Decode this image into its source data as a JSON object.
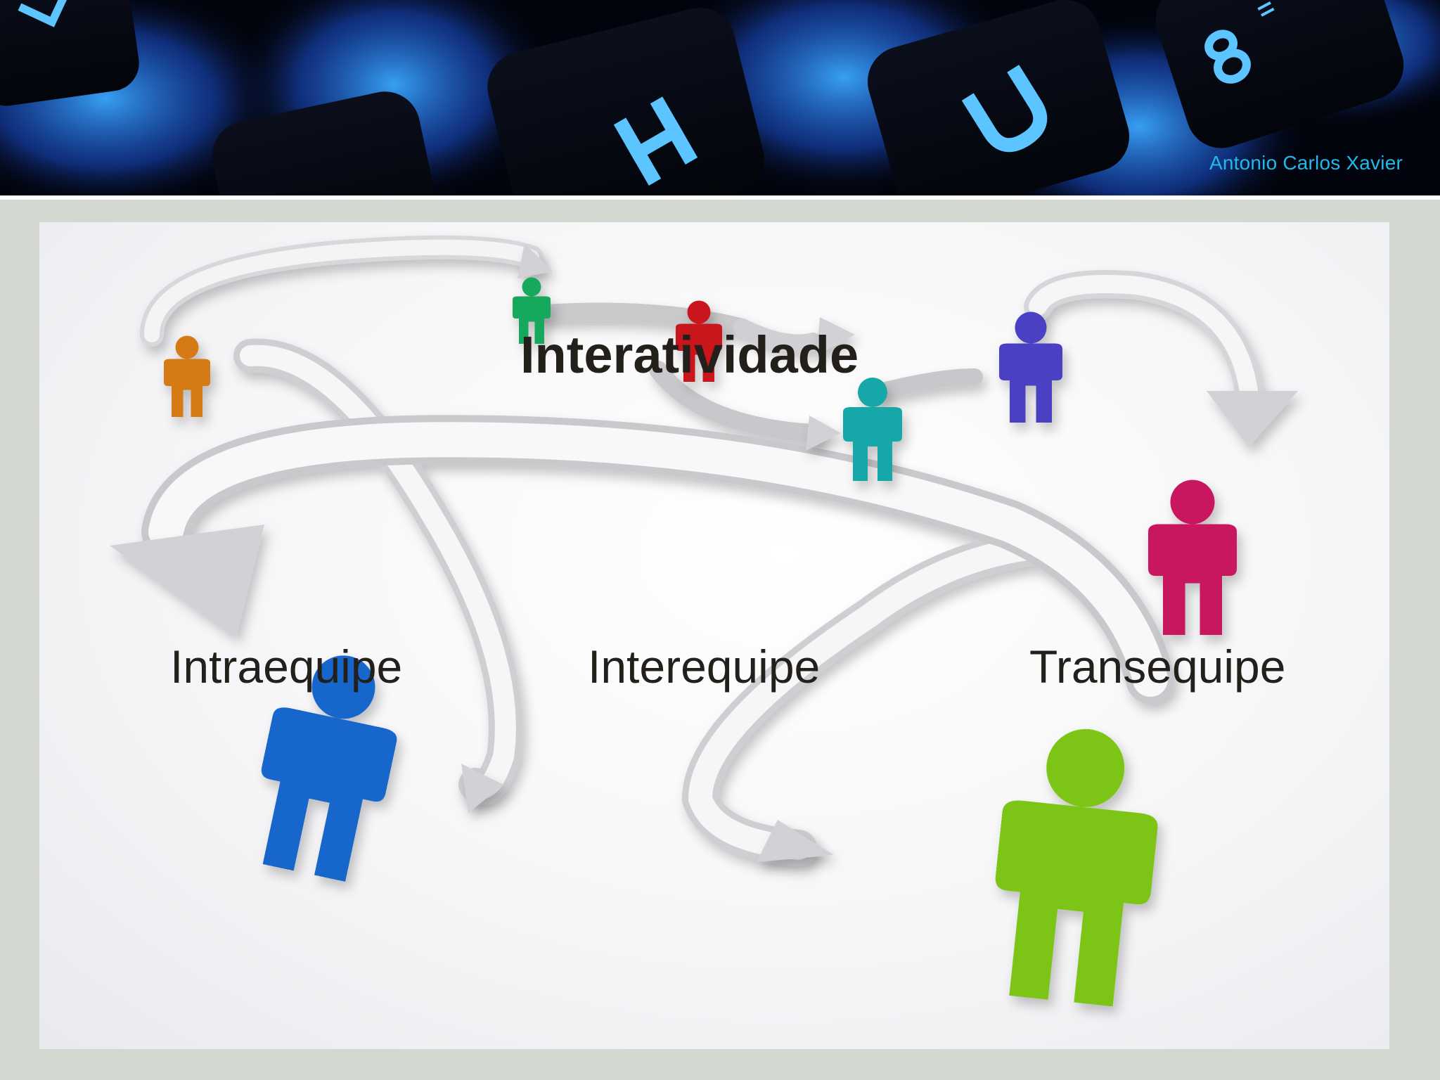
{
  "header": {
    "author": "Antonio Carlos Xavier",
    "key_letters": [
      "H",
      "U",
      "8"
    ]
  },
  "slide": {
    "title": "Interatividade",
    "labels": [
      "Intraequipe",
      "Interequipe",
      "Transequipe"
    ]
  },
  "figures": [
    {
      "name": "orange",
      "color": "#d67a14"
    },
    {
      "name": "green-small",
      "color": "#16a85c"
    },
    {
      "name": "red",
      "color": "#c8141e"
    },
    {
      "name": "teal",
      "color": "#16a8a8"
    },
    {
      "name": "purple",
      "color": "#4a3fc4"
    },
    {
      "name": "magenta",
      "color": "#c8145e"
    },
    {
      "name": "blue",
      "color": "#1466cc"
    },
    {
      "name": "lime",
      "color": "#7cc414"
    }
  ],
  "colors": {
    "background": "#d3d8d0",
    "author_text": "#22b8e8",
    "arrow": "#e6e6e6",
    "key_glow": "#3aa8ff"
  }
}
